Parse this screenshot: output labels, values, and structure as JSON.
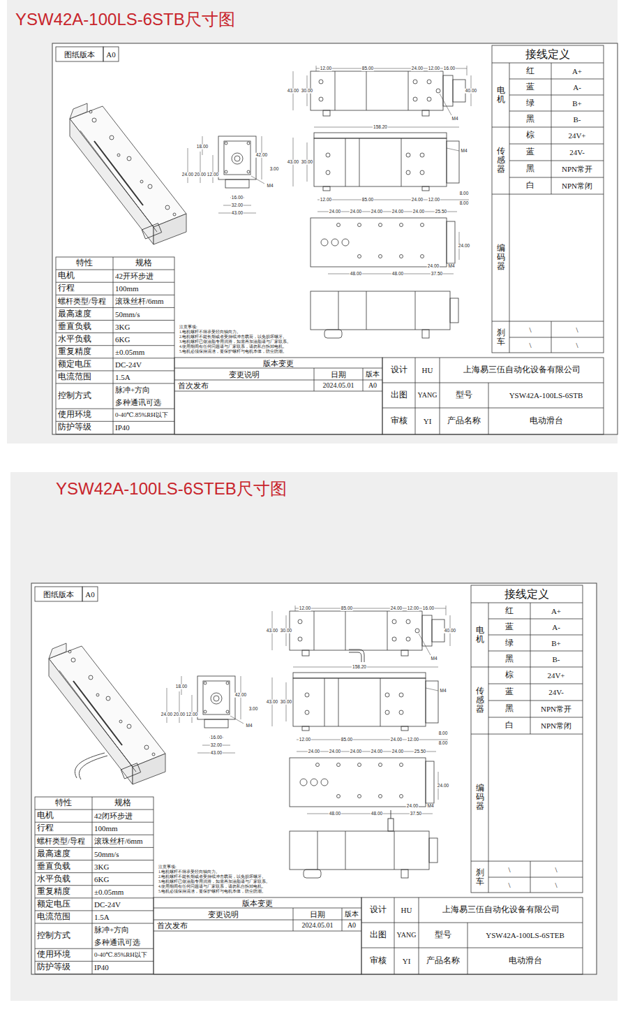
{
  "diagram": {
    "nodes": [
      {
        "text": [
          "YSW42A-100LS-6STB尺寸图"
        ]
      },
      {
        "text": [
          "YSW42A-100LS-6STEB尺寸图"
        ]
      }
    ],
    "labels": [
      "图纸版本",
      "A0",
      "接线定义",
      "电机",
      "红",
      "A+",
      "蓝",
      "A-",
      "绿",
      "B+",
      "黑",
      "B-",
      "传感器",
      "棕",
      "24V+",
      "蓝",
      "24V-",
      "黑",
      "NPN常开",
      "白",
      "NPN常闭",
      "编码器",
      "刹车",
      "\\",
      "\\",
      "\\",
      "\\",
      "特性",
      "规格",
      "电机",
      "42开环步进",
      "行程",
      "100mm",
      "螺杆类型/导程",
      "滚珠丝杆/6mm",
      "最高速度",
      "50mm/s",
      "垂直负载",
      "3KG",
      "水平负载",
      "6KG",
      "重复精度",
      "±0.05mm",
      "额定电压",
      "DC-24V",
      "电流范围",
      "1.5A",
      "控制方式",
      "脉冲+方向",
      "多种通讯可选",
      "使用环境",
      "0-40℃.85%RH以下",
      "防护等级",
      "IP40",
      "注意事项:",
      "1.电机螺杆不得承受径向轴向力。",
      "2.电机螺杆不能长期或者受持续冲击载荷，以免损坏螺牙。",
      "3.电机螺杆已做油脂专用润滑，如需再加油脂请与厂家联系。",
      "4.使用期间有任何问题请与厂家联系，请勿私自拆卸电机。",
      "5.电机必须保持清洁，要保护螺杆与电机本体，防尘防潮。",
      "版本变更",
      "变更说明",
      "日期",
      "版本",
      "首次发布",
      "2024.05.01",
      "A0",
      "设计",
      "HU",
      "上海易三伍自动化设备有限公司",
      "出图",
      "YANG",
      "型号",
      "YSW42A-100LS-6STB",
      "审核",
      "YI",
      "产品名称",
      "电动滑台",
      "12.00",
      "85.00",
      "24.00",
      "12.00",
      "16.00",
      "43.00",
      "30.00",
      "40.00",
      "M4",
      "18.00",
      "42.00",
      "3.00",
      "24.00",
      "20.00",
      "12.00",
      "M4",
      "16.00",
      "32.00",
      "43.00",
      "158.20",
      "M4",
      "43.00",
      "30.00",
      "12.00",
      "85.00",
      "24.00",
      "12.00",
      "8.00",
      "8.00",
      "24.00",
      "24.00",
      "24.00",
      "24.00",
      "24.00",
      "25.50",
      "24.00",
      "48.00",
      "48.00",
      "37.50",
      "24.00",
      "M4",
      "图纸版本",
      "A0",
      "接线定义",
      "电机",
      "红",
      "A+",
      "蓝",
      "A-",
      "绿",
      "B+",
      "黑",
      "B-",
      "传感器",
      "棕",
      "24V+",
      "蓝",
      "24V-",
      "黑",
      "NPN常开",
      "白",
      "NPN常闭",
      "编码器",
      "刹车",
      "\\",
      "\\",
      "\\",
      "\\",
      "特性",
      "规格",
      "电机",
      "42闭环步进",
      "行程",
      "100mm",
      "螺杆类型/导程",
      "滚珠丝杆/6mm",
      "最高速度",
      "50mm/s",
      "垂直负载",
      "3KG",
      "水平负载",
      "6KG",
      "重复精度",
      "±0.05mm",
      "额定电压",
      "DC-24V",
      "电流范围",
      "1.5A",
      "控制方式",
      "脉冲+方向",
      "多种通讯可选",
      "使用环境",
      "0-40℃.85%RH以下",
      "防护等级",
      "IP40",
      "注意事项:",
      "1.电机螺杆不得承受径向轴向力。",
      "2.电机螺杆不能长期或者受持续冲击载荷，以免损坏螺牙。",
      "3.电机螺杆已做油脂专用润滑，如需再加油脂请与厂家联系。",
      "4.使用期间有任何问题请与厂家联系，请勿私自拆卸电机。",
      "5.电机必须保持清洁，要保护螺杆与电机本体，防尘防潮。",
      "版本变更",
      "变更说明",
      "日期",
      "版本",
      "首次发布",
      "2024.05.01",
      "A0",
      "设计",
      "HU",
      "上海易三伍自动化设备有限公司",
      "出图",
      "YANG",
      "型号",
      "YSW42A-100LS-6STEB",
      "审核",
      "YI",
      "产品名称",
      "电动滑台",
      "12.00",
      "85.00",
      "24.00",
      "12.00",
      "16.00",
      "43.00",
      "30.00",
      "40.00",
      "M4",
      "18.00",
      "42.00",
      "3.00",
      "24.00",
      "20.00",
      "12.00",
      "M4",
      "16.00",
      "32.00",
      "43.00",
      "158.20",
      "M4",
      "43.00",
      "30.00",
      "12.00",
      "85.00",
      "24.00",
      "12.00",
      "8.00",
      "8.00",
      "24.00",
      "24.00",
      "24.00",
      "24.00",
      "24.00",
      "25.50",
      "24.00",
      "48.00",
      "48.00",
      "37.50",
      "24.00",
      "M4"
    ]
  }
}
